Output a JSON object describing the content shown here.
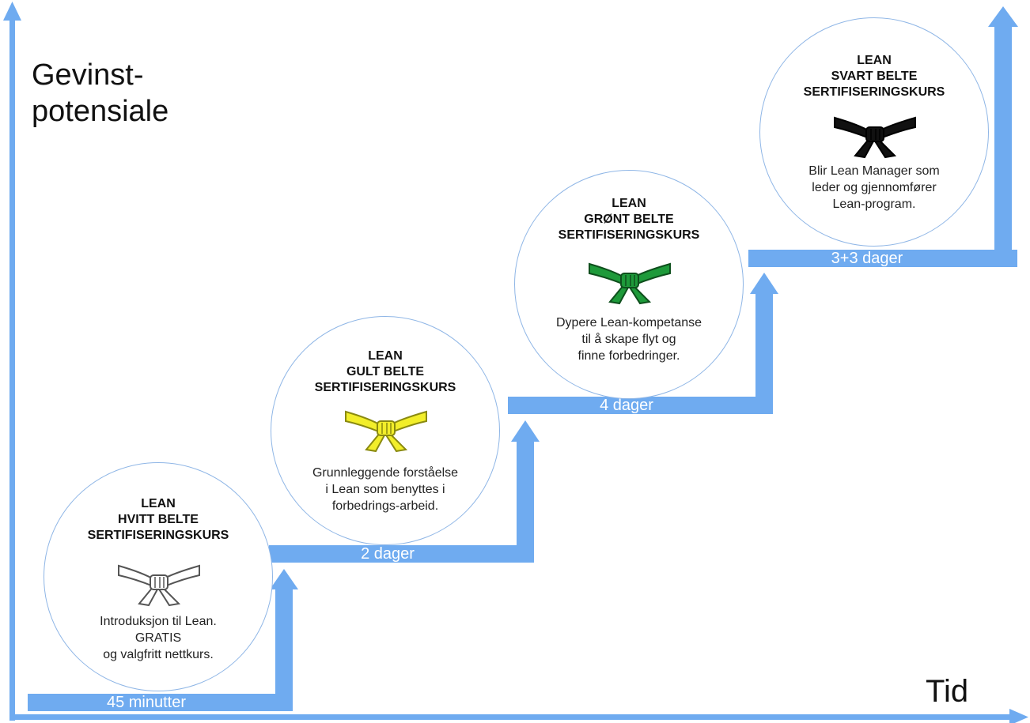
{
  "axes": {
    "y_label_line1": "Gevinst-",
    "y_label_line2": "potensiale",
    "x_label": "Tid"
  },
  "steps": [
    {
      "duration": "45 minutter",
      "title_line1": "LEAN",
      "title_line2": "HVITT BELTE",
      "title_line3": "SERTIFISERINGSKURS",
      "desc_line1": "Introduksjon til Lean.",
      "desc_line2": "GRATIS",
      "desc_line3": "og valgfritt nettkurs.",
      "belt_color": "#ffffff",
      "belt_stroke": "#555555"
    },
    {
      "duration": "2 dager",
      "title_line1": "LEAN",
      "title_line2": "GULT BELTE",
      "title_line3": "SERTIFISERINGSKURS",
      "desc_line1": "Grunnleggende forståelse",
      "desc_line2": "i Lean som benyttes i",
      "desc_line3": "forbedrings-arbeid.",
      "belt_color": "#f2ee2a",
      "belt_stroke": "#8a8a10"
    },
    {
      "duration": "4 dager",
      "title_line1": "LEAN",
      "title_line2": "GRØNT BELTE",
      "title_line3": "SERTIFISERINGSKURS",
      "desc_line1": "Dypere Lean-kompetanse",
      "desc_line2": "til å skape flyt og",
      "desc_line3": "finne forbedringer.",
      "belt_color": "#1e9a3a",
      "belt_stroke": "#0e4f1c"
    },
    {
      "duration": "3+3 dager",
      "title_line1": "LEAN",
      "title_line2": "SVART BELTE",
      "title_line3": "SERTIFISERINGSKURS",
      "desc_line1": "Blir Lean Manager som",
      "desc_line2": "leder og gjennomfører",
      "desc_line3": "Lean-program.",
      "belt_color": "#111111",
      "belt_stroke": "#000000"
    }
  ],
  "colors": {
    "arrow": "#6fabf0",
    "circle_border": "#8fb6e6"
  }
}
